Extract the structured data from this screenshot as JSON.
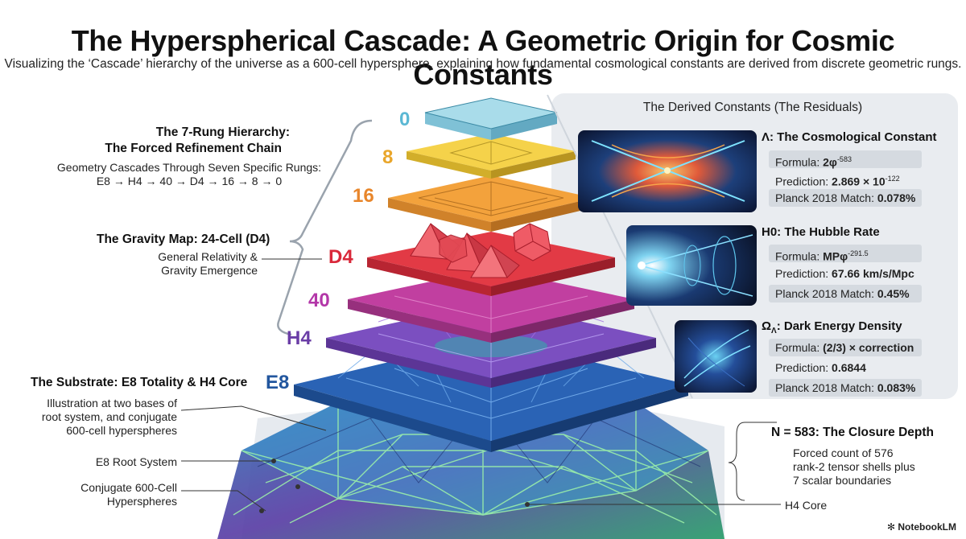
{
  "title": "The Hyperspherical Cascade: A Geometric Origin for Cosmic Constants",
  "subtitle": "Visualizing the ‘Cascade’ hierarchy of the universe as a 600-cell hypersphere, explaining how fundamental cosmological constants are derived from discrete geometric rungs.",
  "left": {
    "hierarchy_title_1": "The 7-Rung Hierarchy:",
    "hierarchy_title_2": "The Forced Refinement Chain",
    "hierarchy_desc_1": "Geometry Cascades Through Seven Specific Rungs:",
    "hierarchy_desc_2": "E8 → H4 → 40 → D4 → 16 → 8 → 0",
    "gravity_title": "The Gravity Map: 24-Cell (D4)",
    "gravity_desc_1": "General Relativity &",
    "gravity_desc_2": "Gravity Emergence",
    "substrate_title": "The Substrate: E8 Totality & H4 Core",
    "substrate_desc_1": "Illustration at two bases of",
    "substrate_desc_2": "root system, and conjugate",
    "substrate_desc_3": "600-cell hyperspheres",
    "e8_root": "E8 Root System",
    "conjugate_1": "Conjugate 600-Cell",
    "conjugate_2": "Hyperspheres"
  },
  "rungs": [
    {
      "label": "0",
      "color": "#5bb8d4"
    },
    {
      "label": "8",
      "color": "#e9a62b"
    },
    {
      "label": "16",
      "color": "#e8862b"
    },
    {
      "label": "D4",
      "color": "#d9283a"
    },
    {
      "label": "40",
      "color": "#b337a8"
    },
    {
      "label": "H4",
      "color": "#6a3da6"
    },
    {
      "label": "E8",
      "color": "#22569e"
    }
  ],
  "panel": {
    "title": "The Derived Constants (The Residuals)",
    "constants": [
      {
        "name": "Λ: The Cosmological Constant",
        "formula_label": "Formula: ",
        "formula_value": "2φ",
        "formula_exp": "-583",
        "prediction_label": "Prediction: ",
        "prediction_value": "2.869 × 10",
        "prediction_exp": "-122",
        "match_label": "Planck 2018 Match: ",
        "match_value": "0.078%"
      },
      {
        "name": "H0: The Hubble Rate",
        "formula_label": "Formula: ",
        "formula_value": "MPφ",
        "formula_exp": "-291.5",
        "prediction_label": "Prediction: ",
        "prediction_value": "67.66 km/s/Mpc",
        "match_label": "Planck 2018 Match: ",
        "match_value": "0.45%"
      },
      {
        "name_main": "Ω",
        "name_sub": "Λ",
        "name_rest": ": Dark Energy Density",
        "formula_label": "Formula: ",
        "formula_value": "(2/3) × correction",
        "prediction_label": "Prediction: ",
        "prediction_value": "0.6844",
        "match_label": "Planck 2018 Match: ",
        "match_value": "0.083%"
      }
    ]
  },
  "closure": {
    "title": "N = 583: The Closure Depth",
    "desc_1": "Forced count of 576",
    "desc_2": "rank-2 tensor shells plus",
    "desc_3": "7 scalar boundaries",
    "core": "H4 Core"
  },
  "brand": "NotebookLM",
  "colors": {
    "layer_0": "#a9dcea",
    "layer_8": "#f5d24a",
    "layer_16": "#f3a23c",
    "layer_d4": "#e23a45",
    "layer_40": "#c13fa0",
    "layer_h4": "#7b4fc0",
    "layer_e8": "#2a63b5",
    "panel_bg": "#e9ecf0"
  }
}
